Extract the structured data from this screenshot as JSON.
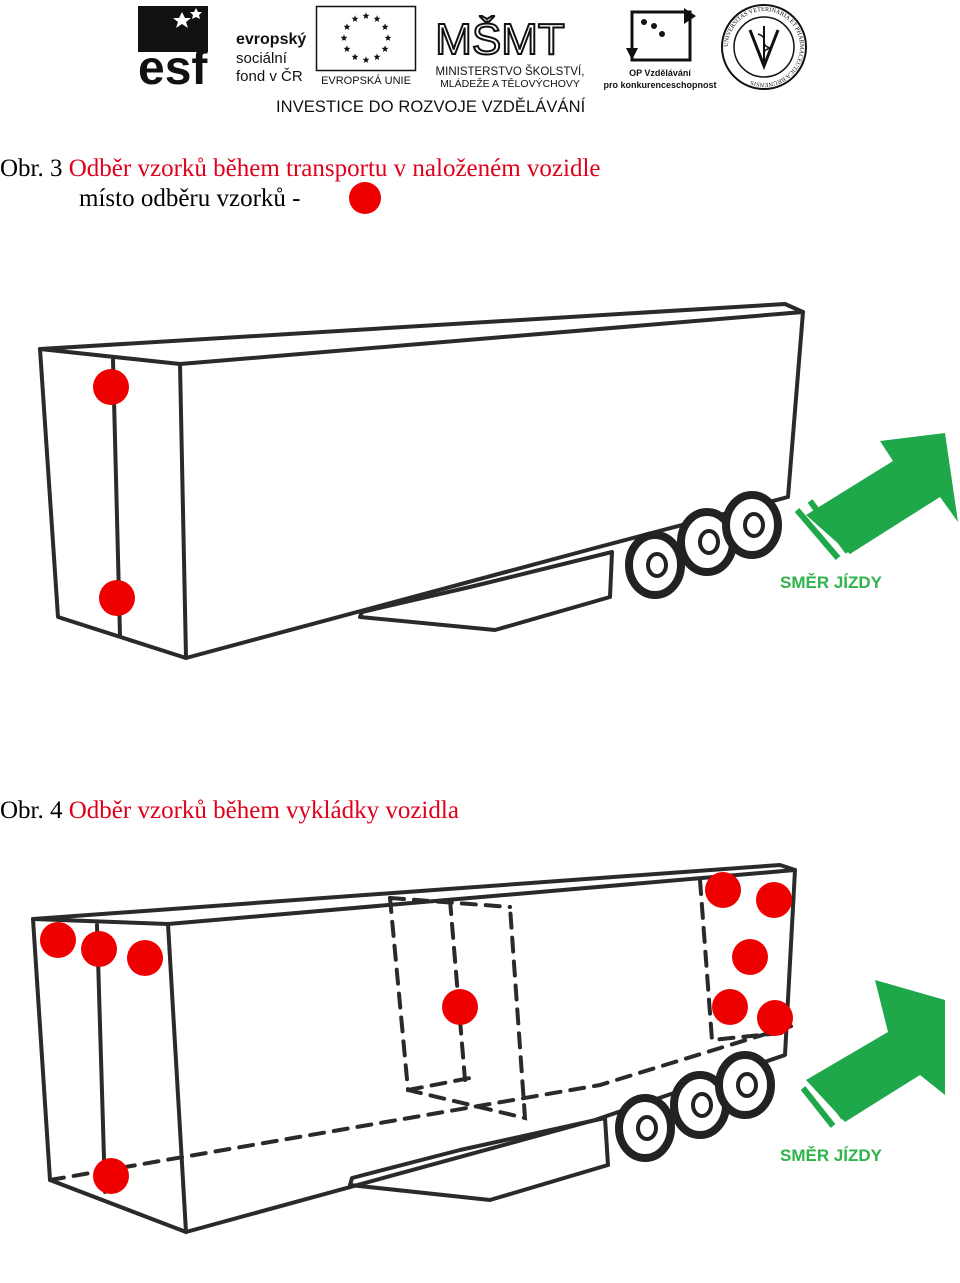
{
  "header": {
    "esf": {
      "logo_text": "esf",
      "line1": "evropský",
      "line2": "sociální",
      "line3": "fond v ČR"
    },
    "eu": {
      "label": "EVROPSKÁ UNIE"
    },
    "msmt": {
      "logo_text": "MŠMT",
      "line1": "MINISTERSTVO ŠKOLSTVÍ,",
      "line2": "MLÁDEŽE A TĚLOVÝCHOVY"
    },
    "op": {
      "line1": "OP Vzdělávání",
      "line2": "pro konkurenceschopnost"
    },
    "vfu": {
      "seal_text": "UNIVERSITAS VETERINARIA ET PHARMACEUTICA BRUNENSIS"
    },
    "investice": "INVESTICE DO ROZVOJE VZDĚLÁVÁNÍ"
  },
  "figure1": {
    "label": "Obr. 3",
    "title": "Odběr vzorků během transportu v naloženém vozidle",
    "legend_text": "místo odběru vzorků -",
    "direction_label": "SMĚR JÍZDY",
    "sample_point_count": 2
  },
  "figure2": {
    "label": "Obr. 4",
    "title": "Odběr vzorků během vykládky vozidla",
    "direction_label": "SMĚR JÍZDY",
    "sample_point_count": 10
  },
  "colors": {
    "sample_point": "#ee0000",
    "arrow": "#1fa84a",
    "caption_title": "#e0001b",
    "eu_blue": "#1f3f9a",
    "eu_star": "#f7d417"
  }
}
